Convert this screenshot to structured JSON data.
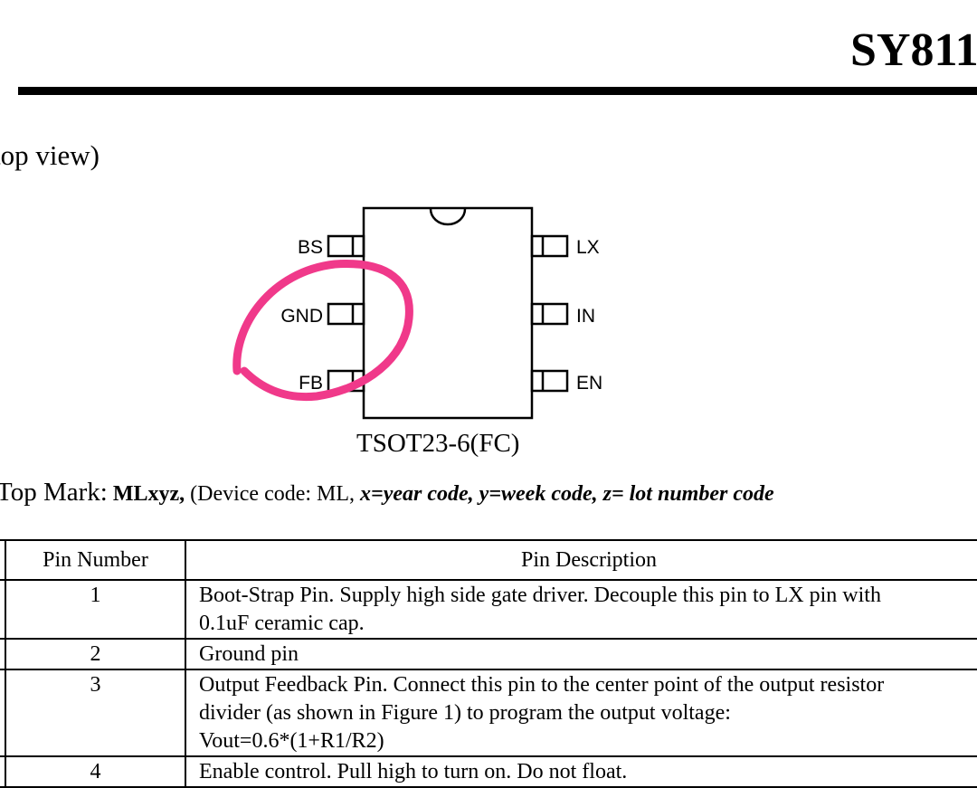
{
  "header": {
    "title": "SY811"
  },
  "view_caption": "top view)",
  "package": {
    "name": "TSOT23-6(FC)",
    "left_pins": [
      "BS",
      "GND",
      "FB"
    ],
    "right_pins": [
      "LX",
      "IN",
      "EN"
    ],
    "annotation_color": "#f0398a"
  },
  "top_mark": {
    "label": "Top Mark:",
    "code": "MLxyz,",
    "device": "(Device code: ML,",
    "legend": "x=year code, y=week code, z= lot number code"
  },
  "table": {
    "headers": [
      "Pin Number",
      "Pin Description"
    ],
    "rows": [
      {
        "number": "1",
        "description_lines": [
          "Boot-Strap Pin. Supply high side gate driver. Decouple this pin to LX pin with",
          "0.1uF ceramic cap."
        ]
      },
      {
        "number": "2",
        "description_lines": [
          "Ground pin"
        ]
      },
      {
        "number": "3",
        "description_lines": [
          "Output Feedback Pin. Connect this pin to the center point of the output resistor",
          "divider (as shown in Figure 1) to program the output voltage:",
          "Vout=0.6*(1+R1/R2)"
        ]
      },
      {
        "number": "4",
        "description_lines": [
          "Enable control. Pull high to turn on. Do not float."
        ]
      }
    ]
  }
}
